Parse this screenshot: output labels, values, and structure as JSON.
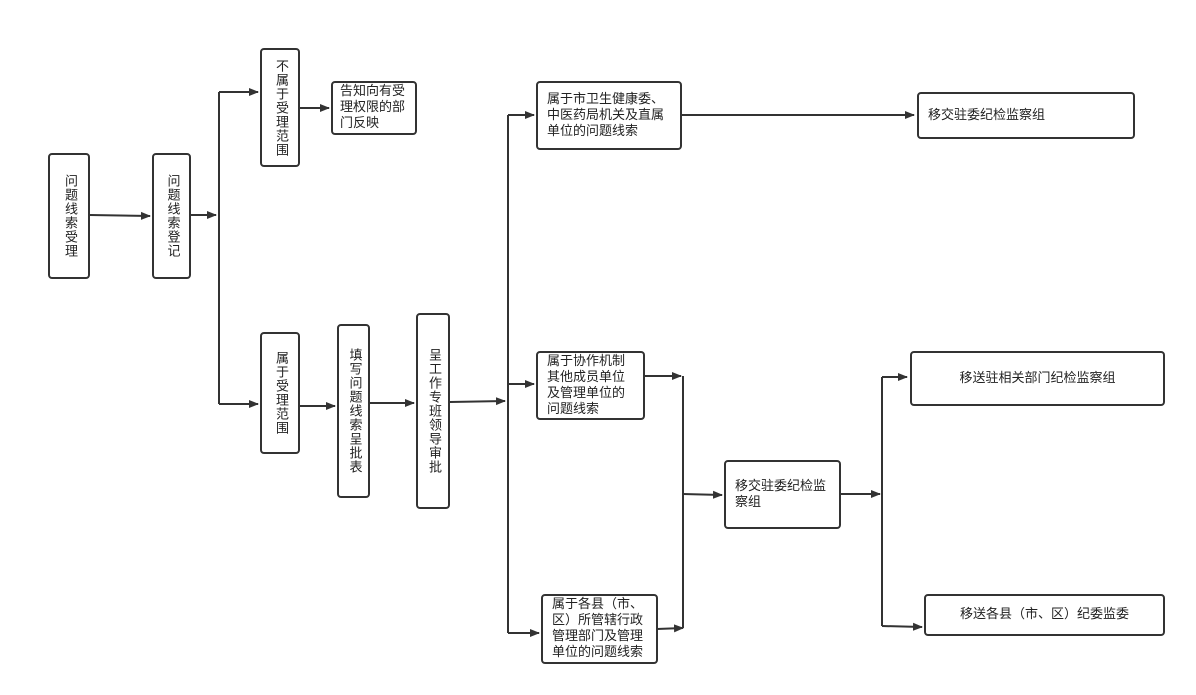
{
  "nodes": {
    "clue_accept": "问题线索受理",
    "clue_register": "问题线索登记",
    "not_in_scope": "不属于受理范围",
    "notify_dept": "告知向有受理权限的部门反映",
    "in_scope": "属于受理范围",
    "fill_form": "填写问题线索呈批表",
    "submit_leader": "呈工作专班领导审批",
    "city_health_clue": "属于市卫生健康委、中医药局机关及直属单位的问题线索",
    "collab_clue": "属于协作机制其他成员单位及管理单位的问题线索",
    "county_clue": "属于各县（市、区）所管辖行政管理部门及管理单位的问题线索",
    "transfer_group_top": "移交驻委纪检监察组",
    "transfer_group_mid": "移交驻委纪检监察组",
    "send_related_dept": "移送驻相关部门纪检监察组",
    "send_county": "移送各县（市、区）纪委监委"
  }
}
